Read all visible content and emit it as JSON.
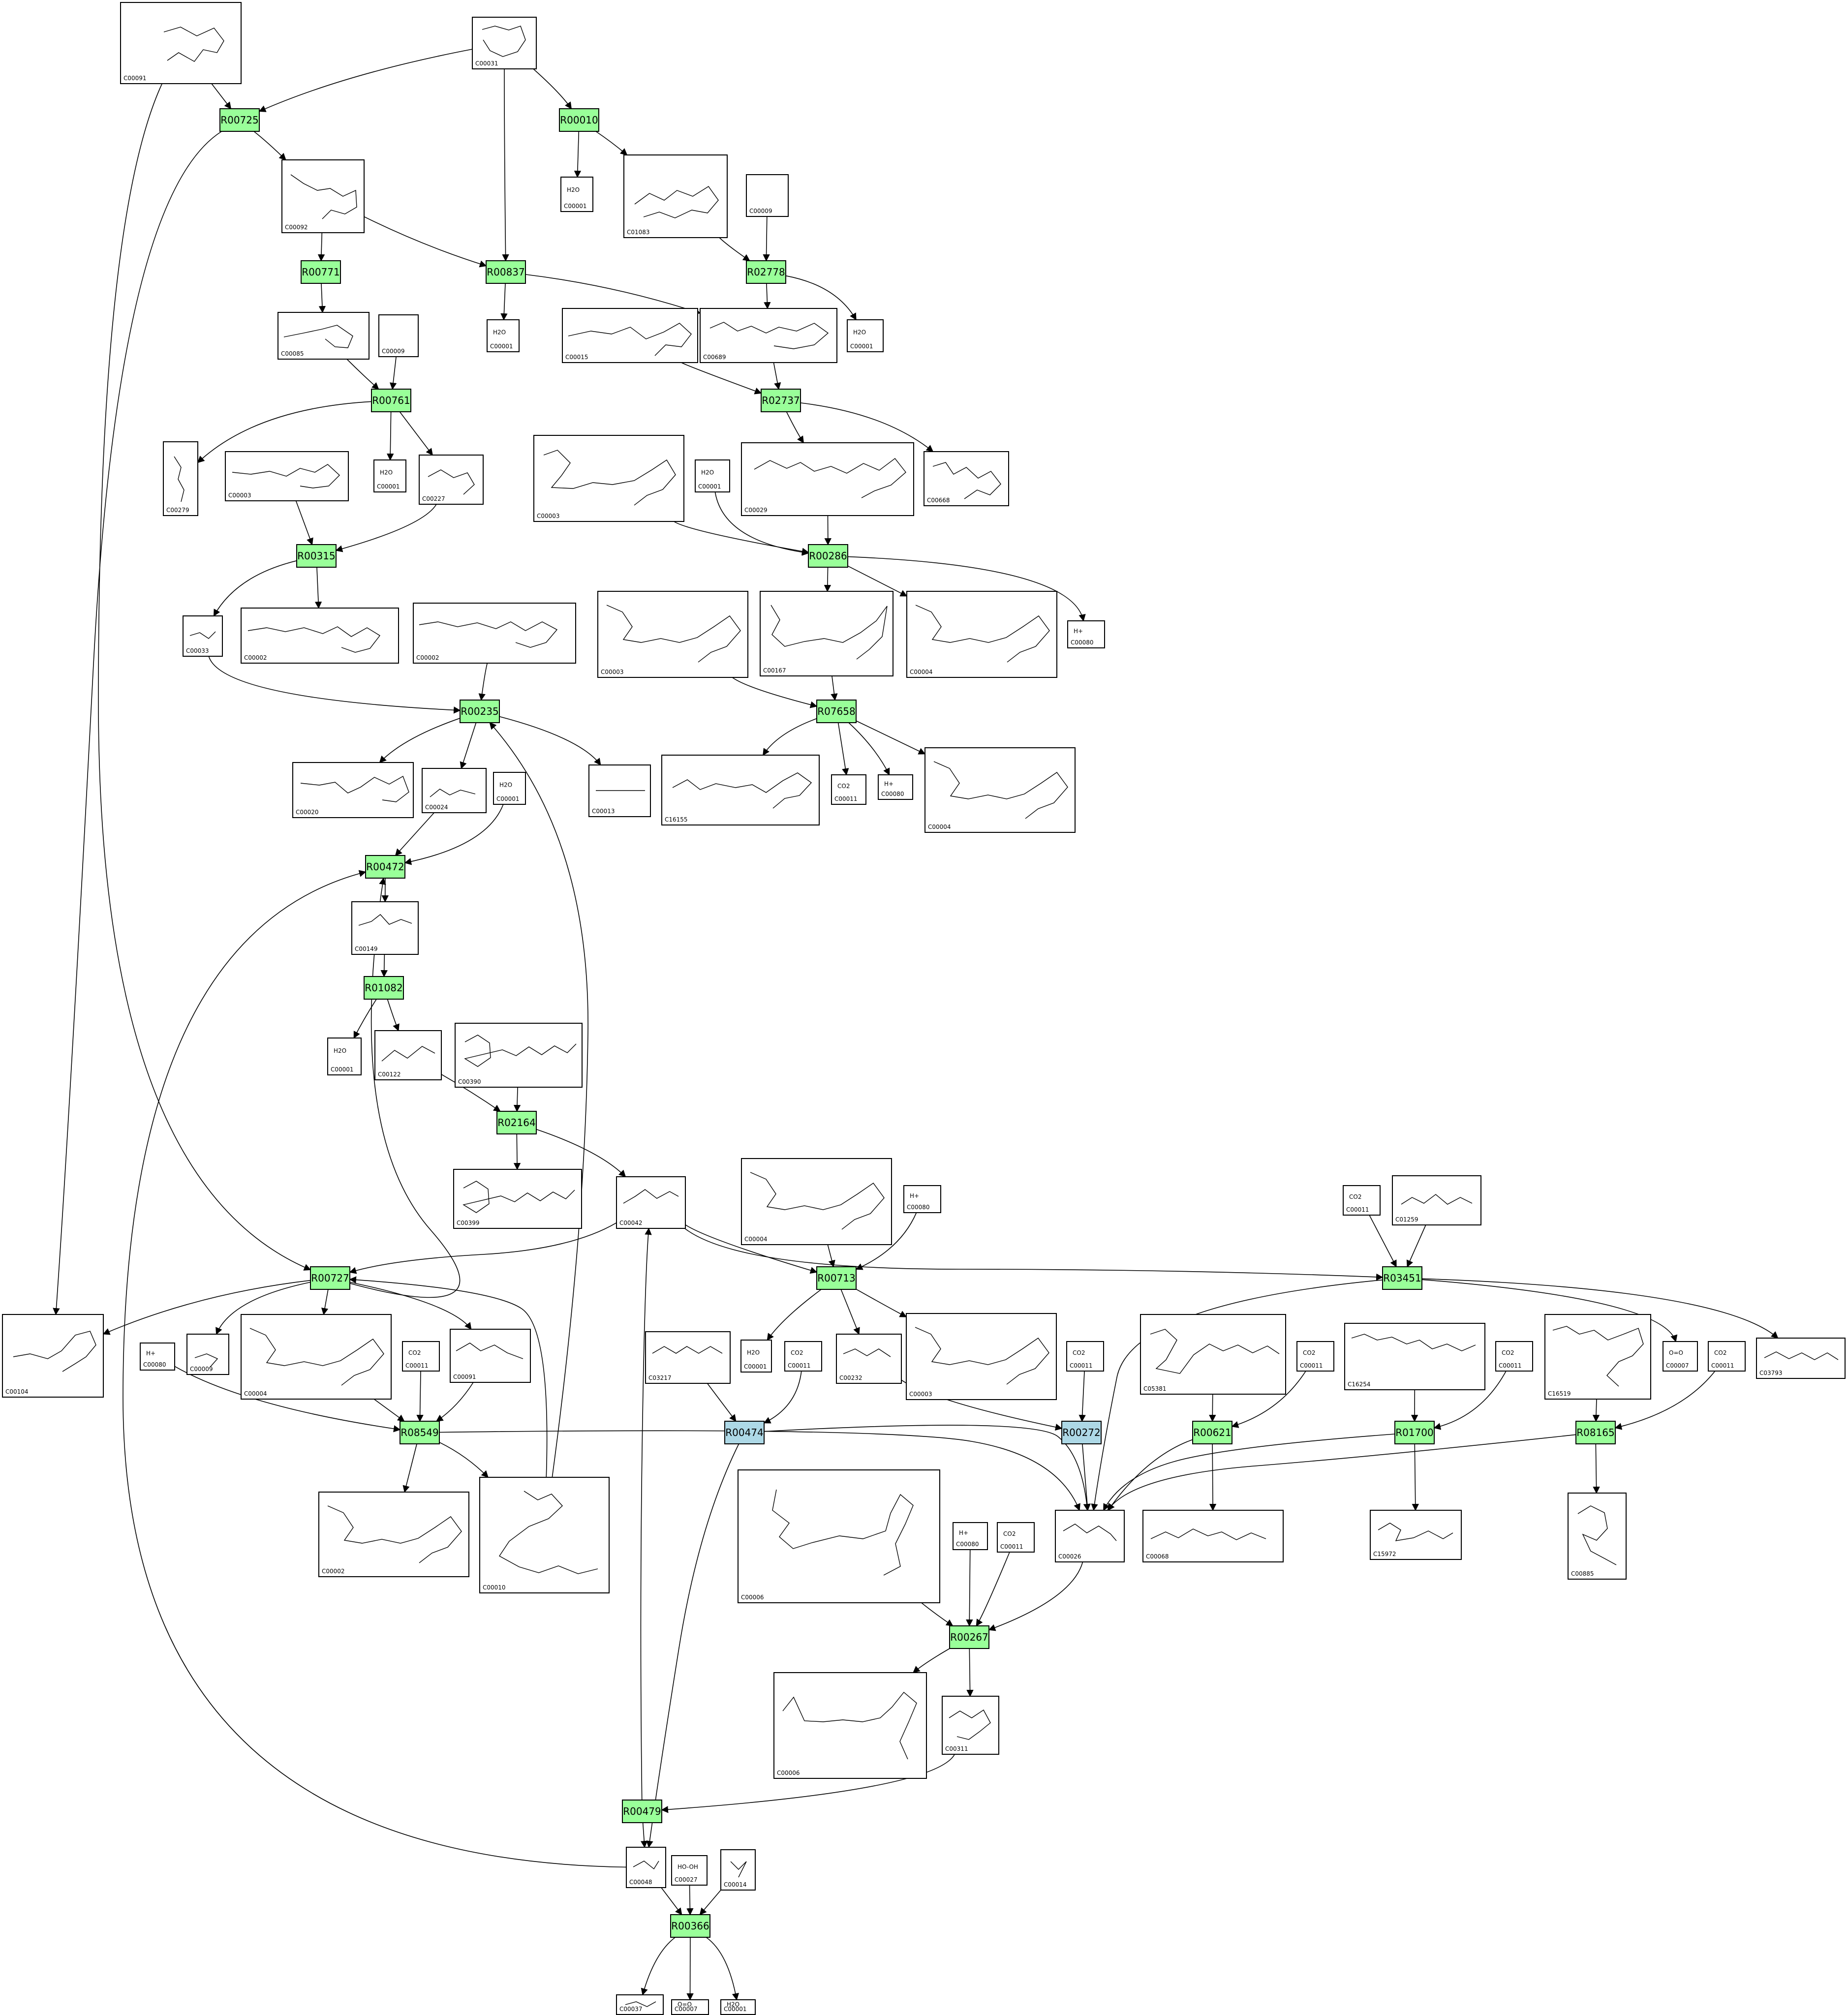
{
  "colors": {
    "reaction_fill": "#99ff99",
    "reaction_fill_alt": "#add8e6",
    "stroke": "#000000",
    "background": "#ffffff"
  },
  "reactions": [
    {
      "id": "R00725",
      "color": "green"
    },
    {
      "id": "R00010",
      "color": "green"
    },
    {
      "id": "R00771",
      "color": "green"
    },
    {
      "id": "R00837",
      "color": "green"
    },
    {
      "id": "R02778",
      "color": "green"
    },
    {
      "id": "R00761",
      "color": "green"
    },
    {
      "id": "R02737",
      "color": "green"
    },
    {
      "id": "R00315",
      "color": "green"
    },
    {
      "id": "R00286",
      "color": "green"
    },
    {
      "id": "R07658",
      "color": "green"
    },
    {
      "id": "R00235",
      "color": "green"
    },
    {
      "id": "R00472",
      "color": "green"
    },
    {
      "id": "R01082",
      "color": "green"
    },
    {
      "id": "R02164",
      "color": "green"
    },
    {
      "id": "R00713",
      "color": "green"
    },
    {
      "id": "R03451",
      "color": "green"
    },
    {
      "id": "R00727",
      "color": "green"
    },
    {
      "id": "R08549",
      "color": "green"
    },
    {
      "id": "R00474",
      "color": "blue"
    },
    {
      "id": "R00272",
      "color": "blue"
    },
    {
      "id": "R00621",
      "color": "green"
    },
    {
      "id": "R01700",
      "color": "green"
    },
    {
      "id": "R08165",
      "color": "green"
    },
    {
      "id": "R00267",
      "color": "green"
    },
    {
      "id": "R00479",
      "color": "green"
    },
    {
      "id": "R00366",
      "color": "green"
    }
  ],
  "compounds": [
    {
      "key": "c00091_top",
      "id": "C00091",
      "formula": ""
    },
    {
      "key": "c00031",
      "id": "C00031",
      "formula": ""
    },
    {
      "key": "c00001_a",
      "id": "C00001",
      "formula": "H2O"
    },
    {
      "key": "c01083",
      "id": "C01083",
      "formula": ""
    },
    {
      "key": "c00009_a",
      "id": "C00009",
      "formula": ""
    },
    {
      "key": "c00092",
      "id": "C00092",
      "formula": ""
    },
    {
      "key": "c00085",
      "id": "C00085",
      "formula": ""
    },
    {
      "key": "c00009_b",
      "id": "C00009",
      "formula": ""
    },
    {
      "key": "c00001_b",
      "id": "C00001",
      "formula": "H2O"
    },
    {
      "key": "c00015",
      "id": "C00015",
      "formula": ""
    },
    {
      "key": "c00689",
      "id": "C00689",
      "formula": ""
    },
    {
      "key": "c00001_c",
      "id": "C00001",
      "formula": "H2O"
    },
    {
      "key": "c00279",
      "id": "C00279",
      "formula": ""
    },
    {
      "key": "c00003_a",
      "id": "C00003",
      "formula": ""
    },
    {
      "key": "c00001_d",
      "id": "C00001",
      "formula": "H2O"
    },
    {
      "key": "c00227",
      "id": "C00227",
      "formula": ""
    },
    {
      "key": "c00003_b",
      "id": "C00003",
      "formula": ""
    },
    {
      "key": "c00001_e",
      "id": "C00001",
      "formula": "H2O"
    },
    {
      "key": "c00029",
      "id": "C00029",
      "formula": ""
    },
    {
      "key": "c00668",
      "id": "C00668",
      "formula": ""
    },
    {
      "key": "c00033",
      "id": "C00033",
      "formula": ""
    },
    {
      "key": "c00002_a",
      "id": "C00002",
      "formula": ""
    },
    {
      "key": "c00002_b",
      "id": "C00002",
      "formula": ""
    },
    {
      "key": "c00003_c",
      "id": "C00003",
      "formula": ""
    },
    {
      "key": "c00167",
      "id": "C00167",
      "formula": ""
    },
    {
      "key": "c00004_a",
      "id": "C00004",
      "formula": ""
    },
    {
      "key": "c00080_a",
      "id": "C00080",
      "formula": "H+"
    },
    {
      "key": "c00020",
      "id": "C00020",
      "formula": ""
    },
    {
      "key": "c00024_a",
      "id": "C00024",
      "formula": ""
    },
    {
      "key": "c00001_f",
      "id": "C00001",
      "formula": "H2O"
    },
    {
      "key": "c00013",
      "id": "C00013",
      "formula": ""
    },
    {
      "key": "c16155",
      "id": "C16155",
      "formula": ""
    },
    {
      "key": "c00011_a",
      "id": "C00011",
      "formula": "CO2"
    },
    {
      "key": "c00080_b",
      "id": "C00080",
      "formula": "H+"
    },
    {
      "key": "c00004_b",
      "id": "C00004",
      "formula": ""
    },
    {
      "key": "c00149",
      "id": "C00149",
      "formula": ""
    },
    {
      "key": "c00001_g",
      "id": "C00001",
      "formula": "H2O"
    },
    {
      "key": "c00122",
      "id": "C00122",
      "formula": ""
    },
    {
      "key": "c00390",
      "id": "C00390",
      "formula": ""
    },
    {
      "key": "c00399",
      "id": "C00399",
      "formula": ""
    },
    {
      "key": "c00042",
      "id": "C00042",
      "formula": ""
    },
    {
      "key": "c00004_c",
      "id": "C00004",
      "formula": ""
    },
    {
      "key": "c00080_c",
      "id": "C00080",
      "formula": "H+"
    },
    {
      "key": "c00011_b",
      "id": "C00011",
      "formula": "CO2"
    },
    {
      "key": "c01259",
      "id": "C01259",
      "formula": ""
    },
    {
      "key": "c00104",
      "id": "C00104",
      "formula": ""
    },
    {
      "key": "c00080_d",
      "id": "C00080",
      "formula": "H+"
    },
    {
      "key": "c00009_c",
      "id": "C00009",
      "formula": ""
    },
    {
      "key": "c00004_d",
      "id": "C00004",
      "formula": ""
    },
    {
      "key": "c00011_c",
      "id": "C00011",
      "formula": "CO2"
    },
    {
      "key": "c00091_b",
      "id": "C00091",
      "formula": ""
    },
    {
      "key": "c03217",
      "id": "C03217",
      "formula": ""
    },
    {
      "key": "c00001_h",
      "id": "C00001",
      "formula": "H2O"
    },
    {
      "key": "c00011_d",
      "id": "C00011",
      "formula": "CO2"
    },
    {
      "key": "c00232",
      "id": "C00232",
      "formula": ""
    },
    {
      "key": "c00003_d",
      "id": "C00003",
      "formula": ""
    },
    {
      "key": "c00011_e",
      "id": "C00011",
      "formula": "CO2"
    },
    {
      "key": "c05381",
      "id": "C05381",
      "formula": ""
    },
    {
      "key": "c00011_f",
      "id": "C00011",
      "formula": "CO2"
    },
    {
      "key": "c16254",
      "id": "C16254",
      "formula": ""
    },
    {
      "key": "c00011_g",
      "id": "C00011",
      "formula": "CO2"
    },
    {
      "key": "c16519",
      "id": "C16519",
      "formula": ""
    },
    {
      "key": "c00007_a",
      "id": "C00007",
      "formula": "O=O"
    },
    {
      "key": "c00011_h",
      "id": "C00011",
      "formula": "CO2"
    },
    {
      "key": "c03793",
      "id": "C03793",
      "formula": ""
    },
    {
      "key": "c00002_c",
      "id": "C00002",
      "formula": ""
    },
    {
      "key": "c00010",
      "id": "C00010",
      "formula": ""
    },
    {
      "key": "c00006_a",
      "id": "C00006",
      "formula": ""
    },
    {
      "key": "c00080_e",
      "id": "C00080",
      "formula": "H+"
    },
    {
      "key": "c00011_i",
      "id": "C00011",
      "formula": "CO2"
    },
    {
      "key": "c00026",
      "id": "C00026",
      "formula": ""
    },
    {
      "key": "c00068",
      "id": "C00068",
      "formula": ""
    },
    {
      "key": "c15972",
      "id": "C15972",
      "formula": ""
    },
    {
      "key": "c00885",
      "id": "C00885",
      "formula": ""
    },
    {
      "key": "c00006_b",
      "id": "C00006",
      "formula": ""
    },
    {
      "key": "c00311",
      "id": "C00311",
      "formula": ""
    },
    {
      "key": "c00048",
      "id": "C00048",
      "formula": ""
    },
    {
      "key": "c00027",
      "id": "C00027",
      "formula": "HO-OH"
    },
    {
      "key": "c00014",
      "id": "C00014",
      "formula": ""
    },
    {
      "key": "c00037",
      "id": "C00037",
      "formula": ""
    },
    {
      "key": "c00007_b",
      "id": "C00007",
      "formula": "O=O"
    },
    {
      "key": "c00001_i",
      "id": "C00001",
      "formula": "H2O"
    }
  ]
}
